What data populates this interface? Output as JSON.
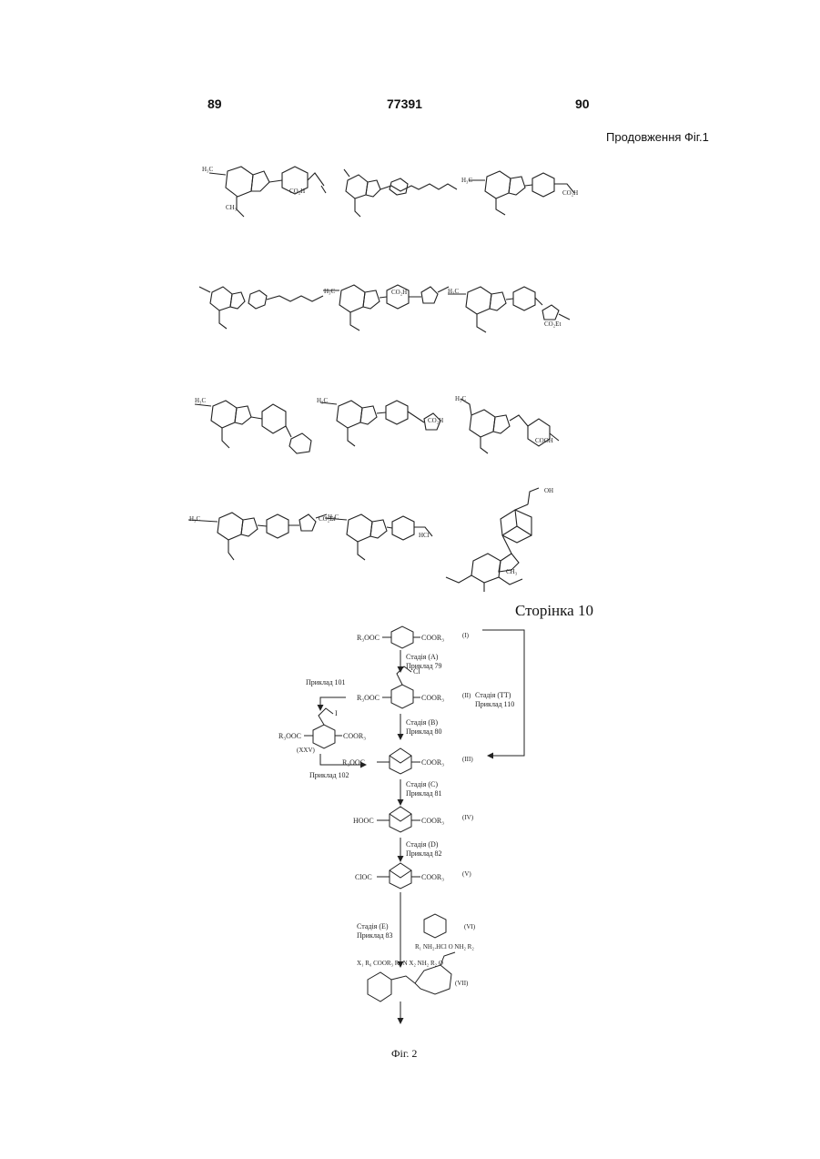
{
  "header": {
    "page_left": "89",
    "patent_no": "77391",
    "page_right": "90",
    "continuation": "Продовження Фіг.1"
  },
  "page_label": "Сторінка 10",
  "scheme": {
    "compounds": [
      {
        "label": "(I)",
        "left": "R₃OOC",
        "right": "COOR₃"
      },
      {
        "label": "(II)",
        "left": "R₃OOC",
        "right": "COOR₃",
        "sub": "Cl"
      },
      {
        "label": "(XXV)",
        "left": "R₃OOC",
        "right": "COOR₃",
        "sub": "I"
      },
      {
        "label": "(III)",
        "left": "R₃OOC",
        "right": "COOR₃"
      },
      {
        "label": "(IV)",
        "left": "HOOC",
        "right": "COOR₃"
      },
      {
        "label": "(V)",
        "left": "ClOC",
        "right": "COOR₃"
      },
      {
        "label": "(VI)",
        "text": "R₁ NH₂.HCl  O  NH₂  R₂"
      },
      {
        "label": "(VII)",
        "text": "X₁ R₆ COOR₃ R₁ N X₂ NH₂ R₂ O"
      }
    ],
    "steps": [
      {
        "stage": "Стадія (A)",
        "example": "Приклад 79"
      },
      {
        "stage": "Стадія (TT)",
        "example": "Приклад 110"
      },
      {
        "stage": "Стадія (B)",
        "example": "Приклад 80"
      },
      {
        "stage": "Стадія (C)",
        "example": "Приклад 81"
      },
      {
        "stage": "Стадія (D)",
        "example": "Приклад 82"
      },
      {
        "stage": "Стадія (E)",
        "example": "Приклад 83"
      }
    ],
    "side_examples": [
      "Приклад 101",
      "Приклад 102"
    ]
  },
  "figure_caption": "Фіг. 2"
}
